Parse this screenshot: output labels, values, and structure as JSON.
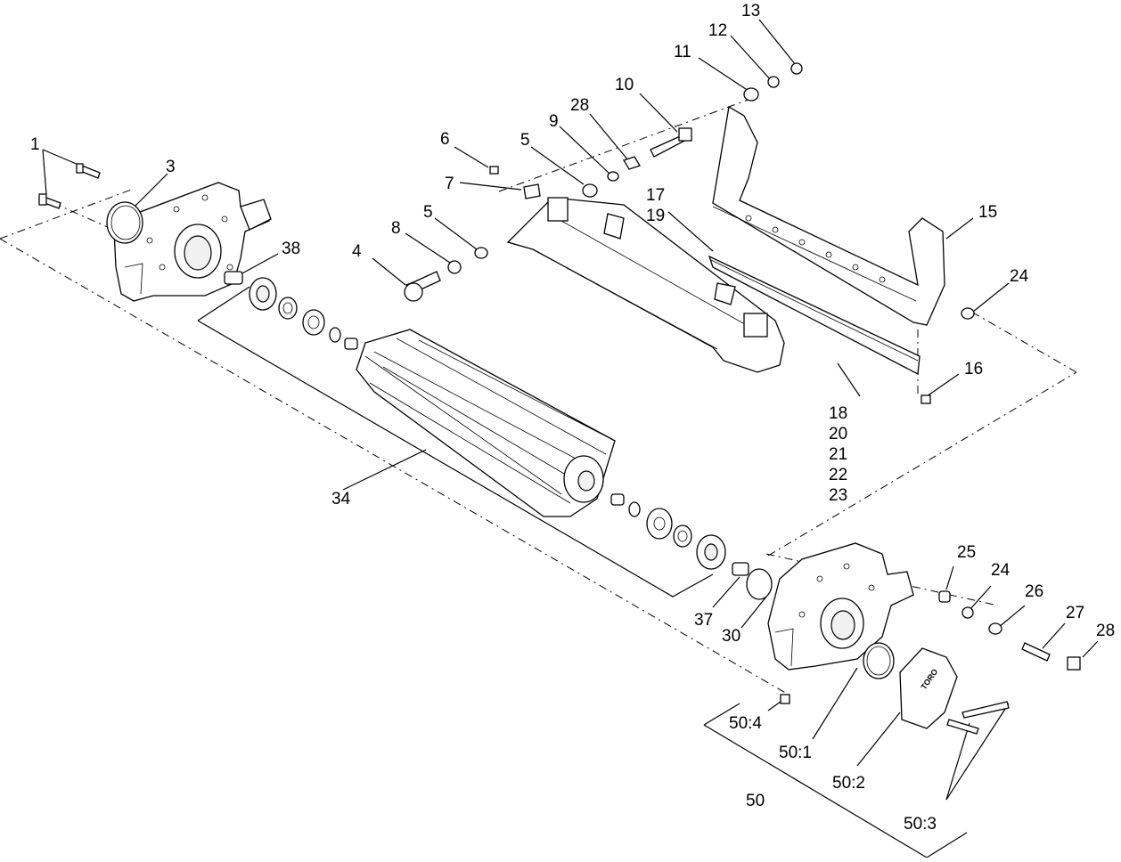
{
  "callouts": {
    "c1": "1",
    "c3": "3",
    "c4": "4",
    "c5a": "5",
    "c5b": "5",
    "c6": "6",
    "c7": "7",
    "c8": "8",
    "c9": "9",
    "c10": "10",
    "c11": "11",
    "c12": "12",
    "c13": "13",
    "c15": "15",
    "c16": "16",
    "c17": "17",
    "c19": "19",
    "c18": "18",
    "c20": "20",
    "c21": "21",
    "c22": "22",
    "c23": "23",
    "c24a": "24",
    "c24b": "24",
    "c25": "25",
    "c26": "26",
    "c27": "27",
    "c28a": "28",
    "c28b": "28",
    "c30": "30",
    "c34": "34",
    "c37": "37",
    "c38": "38",
    "c50": "50",
    "c50_1": "50:1",
    "c50_2": "50:2",
    "c50_3": "50:3",
    "c50_4": "50:4"
  },
  "cover_logo": "TORO"
}
